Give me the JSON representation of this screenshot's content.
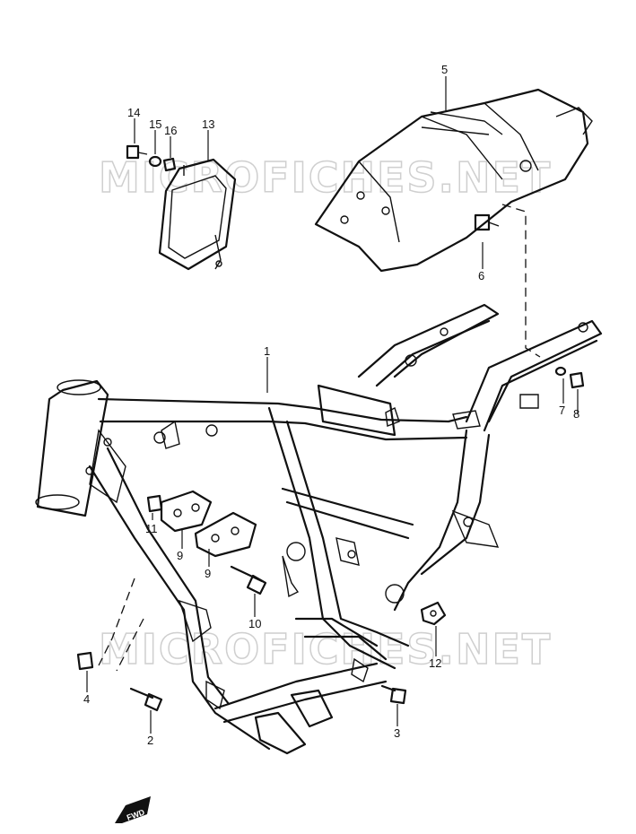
{
  "watermark": {
    "top": "MICROFICHES.NET",
    "bottom": "MICROFICHES.NET"
  },
  "fwd_badge": "FWD",
  "callouts": {
    "p1": "1",
    "p2": "2",
    "p3": "3",
    "p4": "4",
    "p5": "5",
    "p6": "6",
    "p7": "7",
    "p8": "8",
    "p9a": "9",
    "p9b": "9",
    "p10": "10",
    "p11": "11",
    "p12": "12",
    "p13": "13",
    "p14": "14",
    "p15": "15",
    "p16": "16"
  }
}
